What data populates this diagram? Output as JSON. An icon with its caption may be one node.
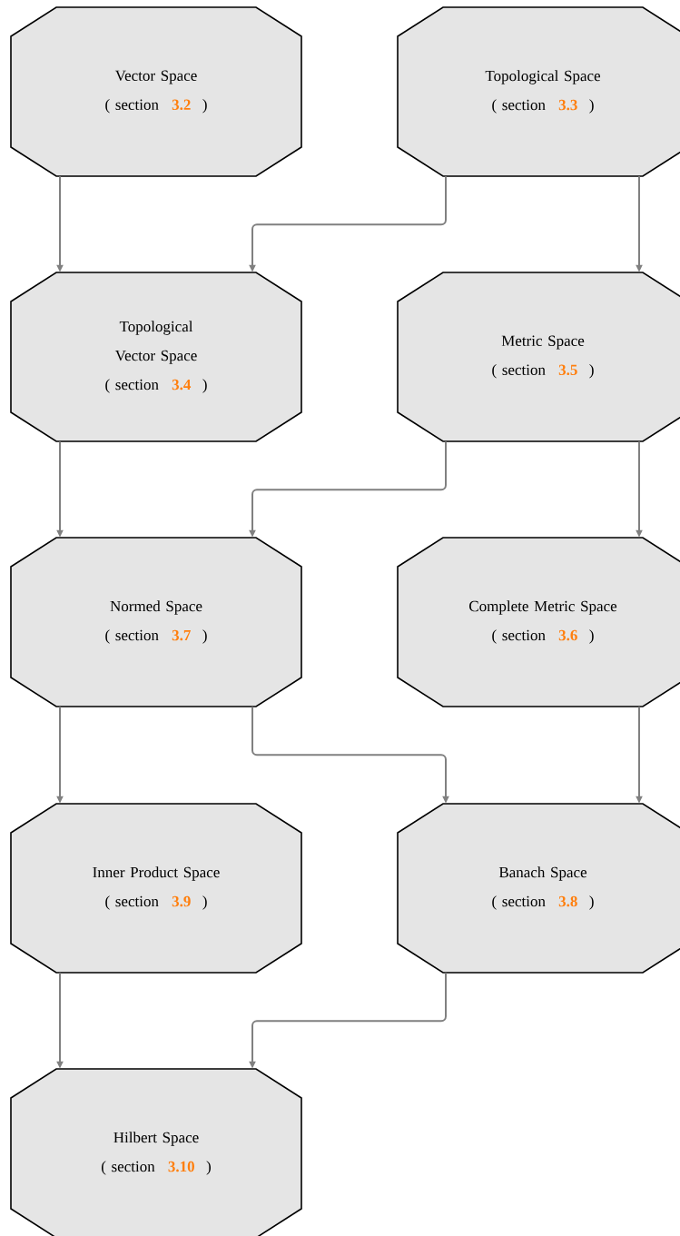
{
  "diagram": {
    "nodes": [
      {
        "text": [
          "Vector Space",
          "( section",
          "3.2",
          ")"
        ]
      },
      {
        "text": [
          "Topological Space",
          "( section",
          "3.3",
          ")"
        ]
      },
      {
        "text": [
          "Topological Vector Space",
          "( section",
          "3.4",
          ")"
        ]
      },
      {
        "text": [
          "Metric Space",
          "( section",
          "3.5",
          ")"
        ]
      },
      {
        "text": [
          "Normed Space",
          "( section",
          "3.7",
          ")"
        ]
      },
      {
        "text": [
          "Complete Metric Space",
          "( section",
          "3.6",
          ")"
        ]
      },
      {
        "text": [
          "Inner Product Space",
          "( section",
          "3.9",
          ")"
        ]
      },
      {
        "text": [
          "Banach Space",
          "( section",
          "3.8",
          ")"
        ]
      },
      {
        "text": [
          "Hilbert Space",
          "( section",
          "3.10",
          ")"
        ]
      }
    ],
    "edges": [
      {
        "from": 0,
        "to": 2,
        "arrow": "to"
      },
      {
        "from": 1,
        "to": 2,
        "arrow": "to"
      },
      {
        "from": 1,
        "to": 3,
        "arrow": "to"
      },
      {
        "from": 2,
        "to": 4,
        "arrow": "to"
      },
      {
        "from": 3,
        "to": 4,
        "arrow": "to"
      },
      {
        "from": 3,
        "to": 5,
        "arrow": "to"
      },
      {
        "from": 4,
        "to": 6,
        "arrow": "to"
      },
      {
        "from": 4,
        "to": 7,
        "arrow": "to"
      },
      {
        "from": 5,
        "to": 7,
        "arrow": "to"
      },
      {
        "from": 6,
        "to": 8,
        "arrow": "to"
      },
      {
        "from": 7,
        "to": 8,
        "arrow": "to"
      }
    ]
  }
}
